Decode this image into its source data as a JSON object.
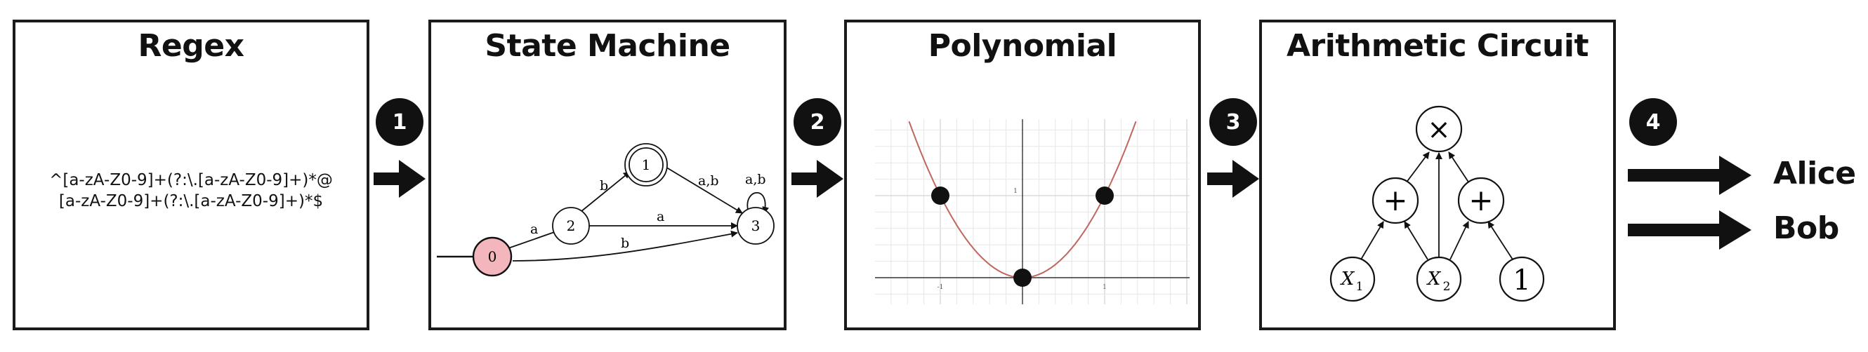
{
  "panels": {
    "regex": {
      "title": "Regex",
      "pattern": "^[a-zA-Z0-9]+(?:\\.[a-zA-Z0-9]+)*@[a-zA-Z0-9]+(?:\\.[a-zA-Z0-9]+)*$"
    },
    "state_machine": {
      "title": "State Machine",
      "states": [
        {
          "label": "0",
          "start": true,
          "accepting": false
        },
        {
          "label": "1",
          "start": false,
          "accepting": true
        },
        {
          "label": "2",
          "start": false,
          "accepting": false
        },
        {
          "label": "3",
          "start": false,
          "accepting": false
        }
      ],
      "transitions": [
        {
          "from": "0",
          "to": "2",
          "label": "a"
        },
        {
          "from": "2",
          "to": "1",
          "label": "b"
        },
        {
          "from": "2",
          "to": "3",
          "label": "a"
        },
        {
          "from": "1",
          "to": "3",
          "label": "a,b"
        },
        {
          "from": "0",
          "to": "3",
          "label": "b"
        },
        {
          "from": "3",
          "to": "3",
          "label": "a,b"
        }
      ],
      "colors": {
        "start_fill": "#f4b6bd"
      }
    },
    "polynomial": {
      "title": "Polynomial",
      "x_ticks": [
        "-1",
        "1"
      ],
      "y_ticks": [
        "1"
      ],
      "points": [
        [
          -1,
          1
        ],
        [
          0,
          0
        ],
        [
          1,
          1
        ]
      ],
      "curve_color": "#c0665f"
    },
    "circuit": {
      "title": "Arithmetic Circuit",
      "nodes": {
        "mul": "×",
        "add_left": "+",
        "add_right": "+",
        "x1_base": "X",
        "x1_sub": "1",
        "x2_base": "X",
        "x2_sub": "2",
        "one": "1"
      }
    }
  },
  "steps": [
    "1",
    "2",
    "3",
    "4"
  ],
  "recipients": [
    "Alice",
    "Bob"
  ]
}
